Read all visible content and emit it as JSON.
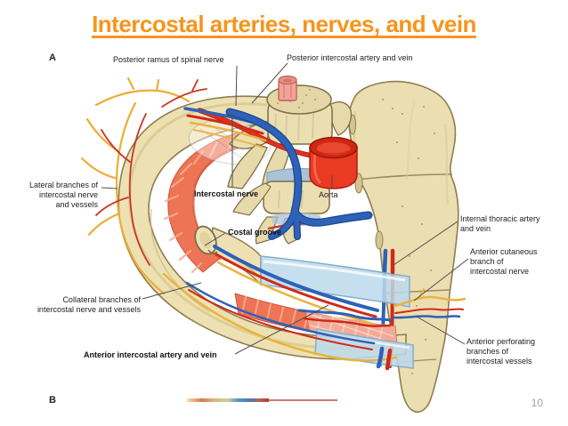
{
  "slide": {
    "title": "Intercostal arteries, nerves, and vein",
    "page_number": "10"
  },
  "figure": {
    "panel_a": "A",
    "panel_b": "B"
  },
  "labels": {
    "posterior_ramus": "Posterior ramus of spinal nerve",
    "posterior_intercostal": "Posterior intercostal artery and vein",
    "lateral_branches": "Lateral branches of\nintercostal nerve\nand vessels",
    "intercostal_nerve": "Intercostal nerve",
    "aorta": "Aorta",
    "costal_groove": "Costal groove",
    "internal_thoracic": "Internal thoracic artery\nand vein",
    "anterior_cutaneous": "Anterior cutaneous\nbranch of\nintercostal nerve",
    "collateral_branches": "Collateral branches of\nintercostal nerve and vessels",
    "anterior_intercostal": "Anterior intercostal artery and vein",
    "anterior_perforating": "Anterior perforating\nbranches of\nintercostal vessels"
  },
  "colors": {
    "title_orange": "#F7941D",
    "bone": "#EBDFB2",
    "muscle_red": "#ED7454",
    "artery_red": "#D02A18",
    "vein_blue": "#2E62B8",
    "nerve_yellow": "#E9B33C",
    "cartilage_blue": "#BCD9EC",
    "spinal_cord_pink": "#F1A498",
    "leader_gray": "#4F4F4F",
    "page_number_gray": "#98A0A8"
  }
}
